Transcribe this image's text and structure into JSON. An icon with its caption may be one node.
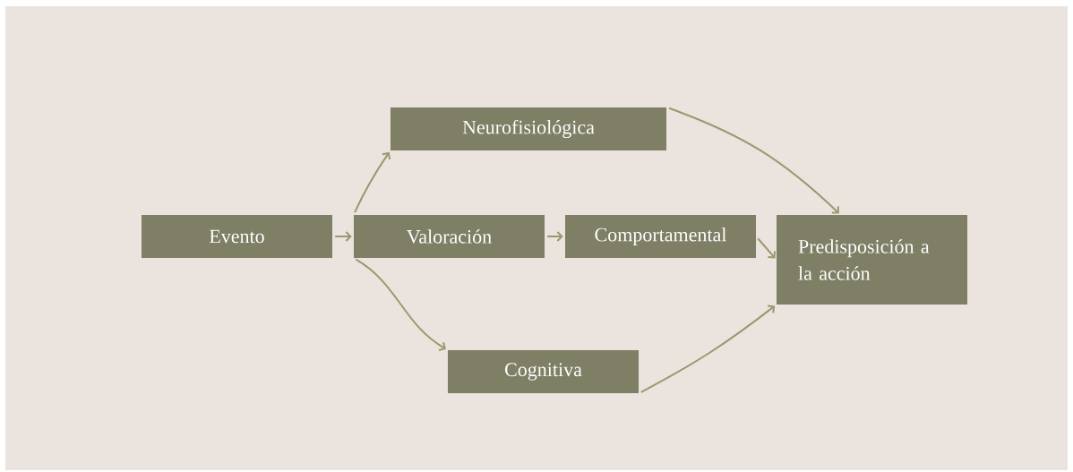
{
  "diagram": {
    "nodes": [
      {
        "text": [
          "Evento"
        ]
      },
      {
        "text": [
          "Valoración"
        ]
      },
      {
        "text": [
          "Neurofisiológica"
        ]
      },
      {
        "text": [
          "Comportamental"
        ]
      },
      {
        "text": [
          "Cognitiva"
        ]
      },
      {
        "text": [
          "Predisposición a la acción"
        ]
      }
    ],
    "edges": [
      {
        "from": 0,
        "to": 1,
        "arrow": "to"
      },
      {
        "from": 1,
        "to": 2,
        "arrow": "to"
      },
      {
        "from": 1,
        "to": 3,
        "arrow": "to"
      },
      {
        "from": 1,
        "to": 4,
        "arrow": "to"
      },
      {
        "from": 2,
        "to": 5,
        "arrow": "to"
      },
      {
        "from": 3,
        "to": 5,
        "arrow": "to"
      },
      {
        "from": 4,
        "to": 5,
        "arrow": "to"
      }
    ]
  }
}
